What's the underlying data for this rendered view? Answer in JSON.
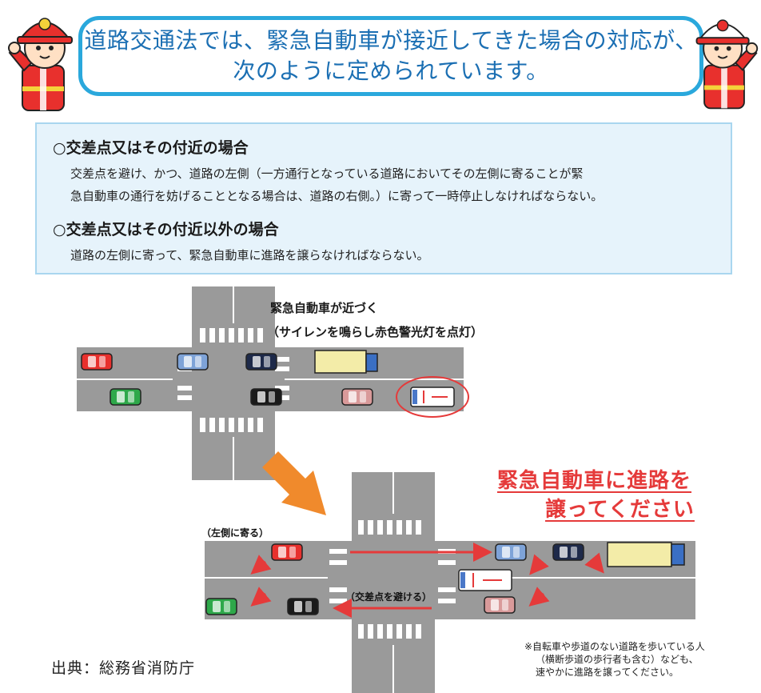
{
  "header": {
    "line1": "道路交通法では、緊急自動車が接近してきた場合の対応が、",
    "line2": "次のように定められています。"
  },
  "rules": {
    "items": [
      {
        "heading": "○交差点又はその付近の場合",
        "body_line1": "交差点を避け、かつ、道路の左側（一方通行となっている道路においてその左側に寄ることが緊",
        "body_line2": "急自動車の通行を妨げることとなる場合は、道路の右側。）に寄って一時停止しなければならない。"
      },
      {
        "heading": "○交差点又はその付近以外の場合",
        "body_line1": "道路の左側に寄って、緊急自動車に進路を譲らなければならない。"
      }
    ]
  },
  "diagram_top": {
    "caption_line1": "緊急自動車が近づく",
    "caption_line2": "（サイレンを鳴らし赤色警光灯を点灯）"
  },
  "diagram_bottom": {
    "title_line1": "緊急自動車に進路を",
    "title_line2": "譲ってください",
    "label_left": "（左側に寄る）",
    "label_center": "（交差点を避ける）"
  },
  "note": {
    "line1": "※自転車や歩道のない道路を歩いている人",
    "line2": "（横断歩道の歩行者も含む）なども、",
    "line3": "速やかに進路を譲ってください。"
  },
  "source": "出典：総務省消防庁",
  "colors": {
    "banner_border": "#2aa8dc",
    "banner_text": "#1b6fb3",
    "rule_bg": "#e6f3fb",
    "road": "#9a9a9a",
    "arrow_orange": "#f08a2c",
    "red": "#e53a3a"
  }
}
